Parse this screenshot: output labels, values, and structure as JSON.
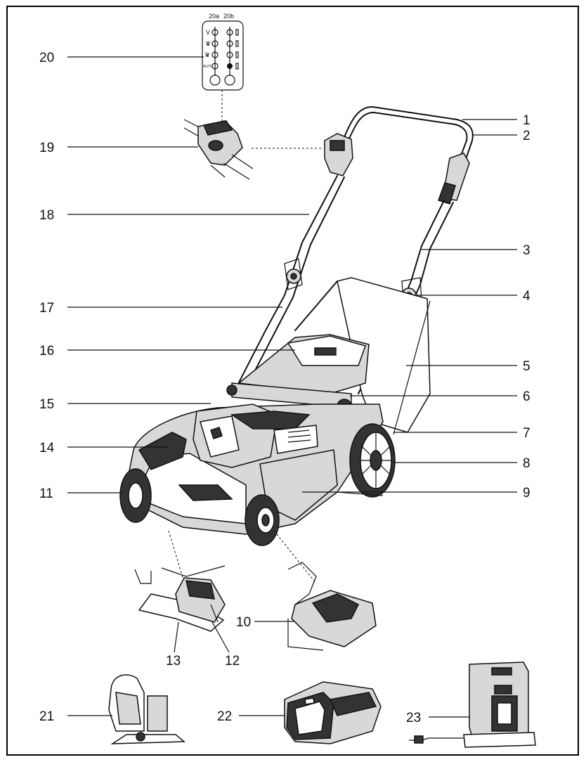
{
  "callouts": {
    "c1": "1",
    "c2": "2",
    "c3": "3",
    "c4": "4",
    "c5": "5",
    "c6": "6",
    "c7": "7",
    "c8": "8",
    "c9": "9",
    "c10": "10",
    "c11": "11",
    "c12": "12",
    "c13": "13",
    "c14": "14",
    "c15": "15",
    "c16": "16",
    "c17": "17",
    "c18": "18",
    "c19": "19",
    "c20": "20",
    "c21": "21",
    "c22": "22",
    "c23": "23"
  },
  "panel": {
    "col_a": "20a",
    "col_b": "20b",
    "auto_label": "AUTO"
  },
  "icons": {
    "mower": "lawn-mower-diagram",
    "battery": "battery-pack-icon",
    "charger": "battery-charger-icon",
    "mulch": "mulching-plug-icon"
  }
}
